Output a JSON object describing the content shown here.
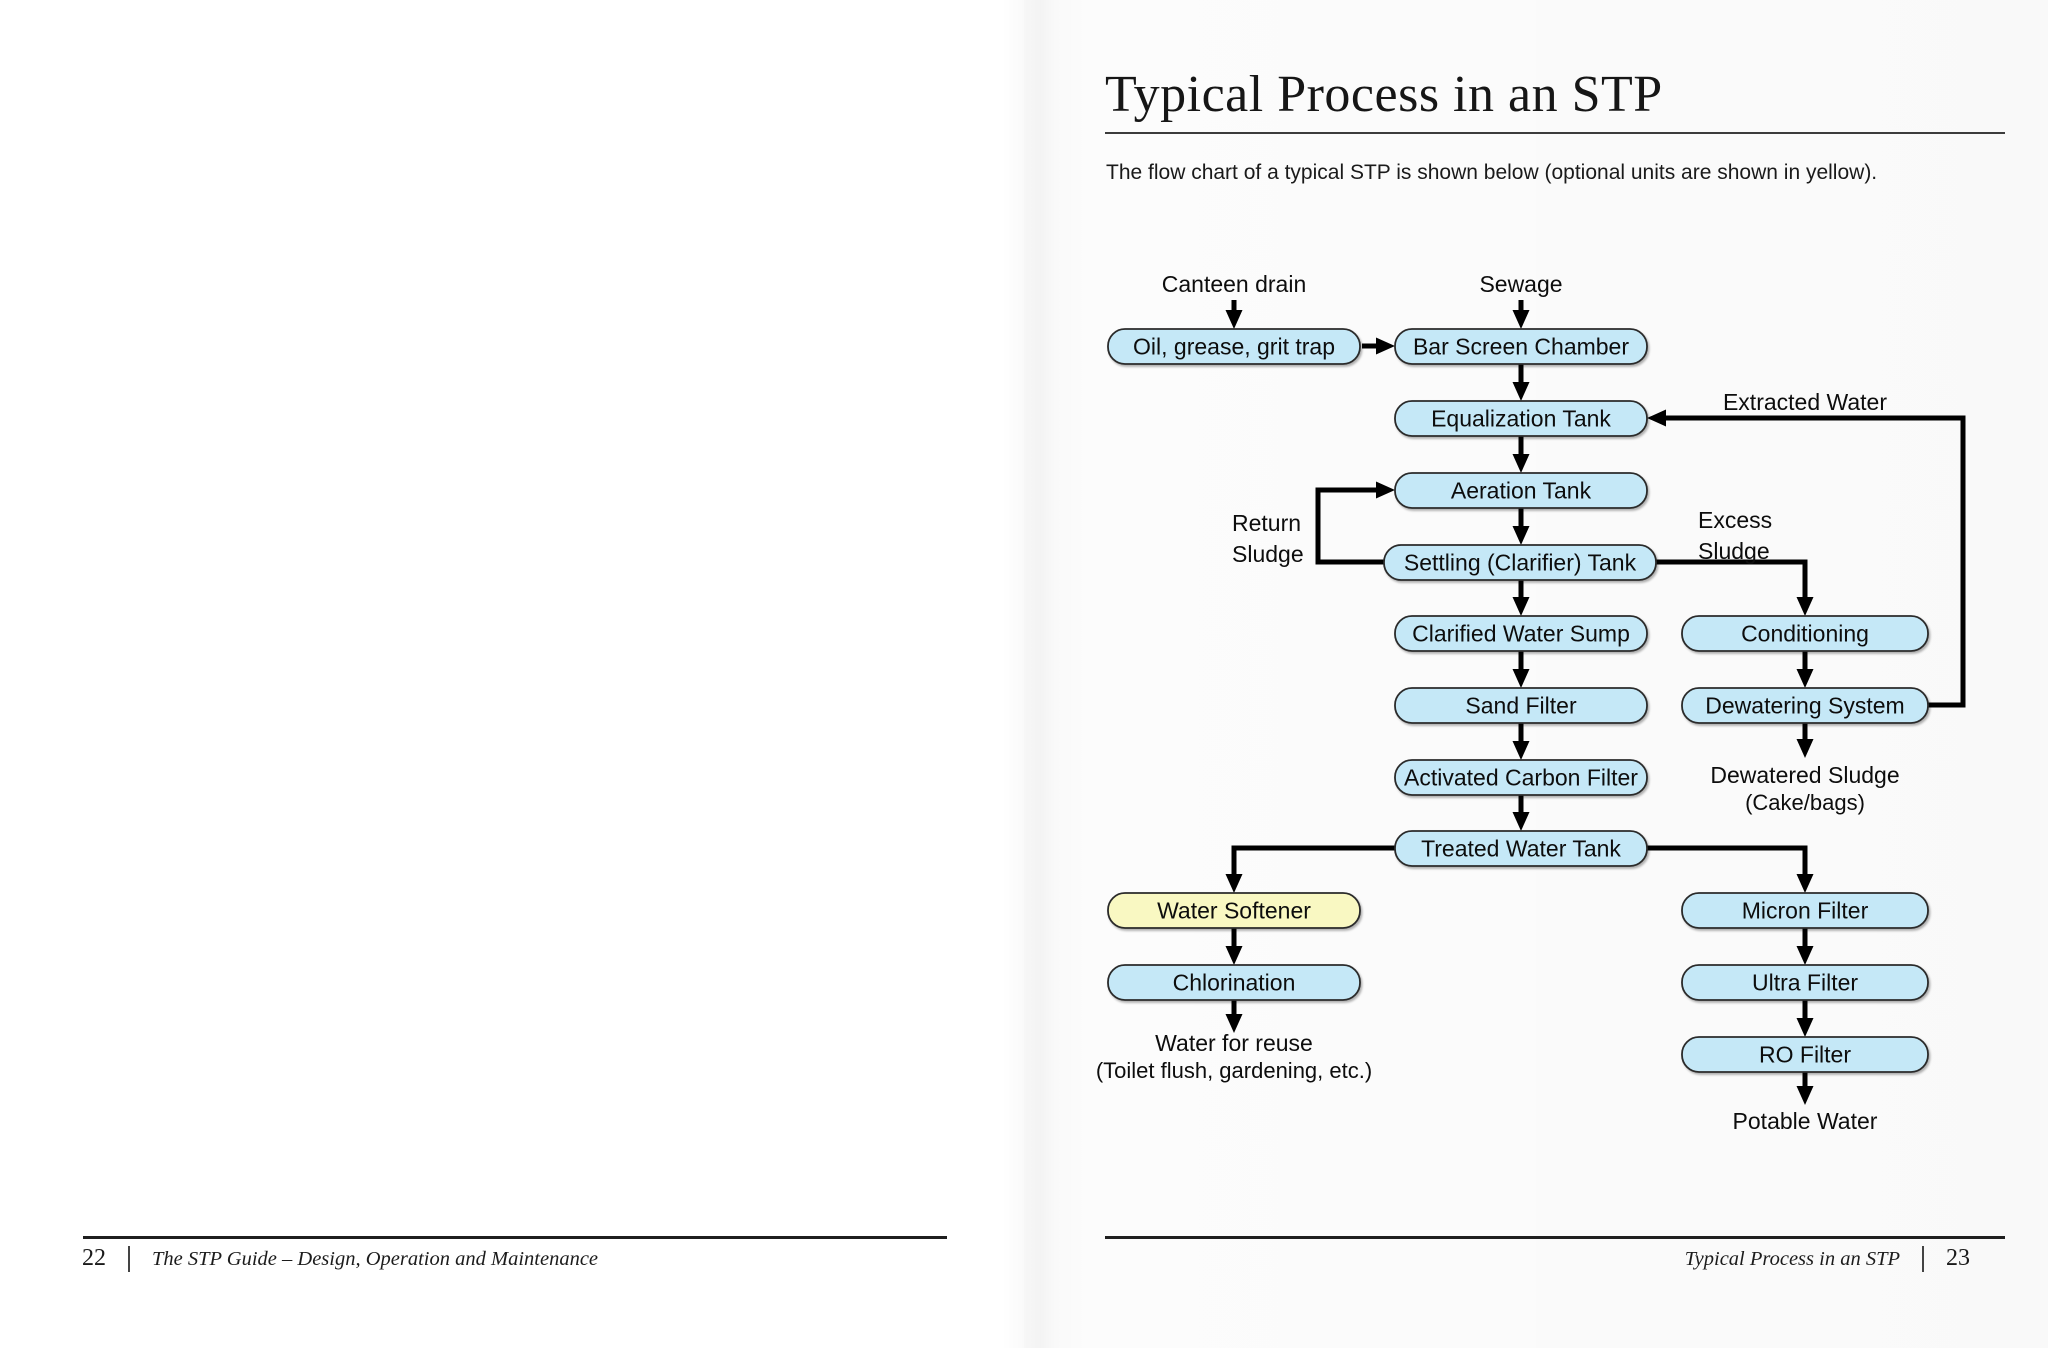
{
  "left_page": {
    "footer_page_number": "22",
    "footer_book_title": "The STP Guide – Design, Operation and Maintenance"
  },
  "right_page": {
    "title": "Typical Process in an STP",
    "intro": "The flow chart of a typical STP is shown below (optional units are shown in yellow).",
    "footer_chapter_title": "Typical Process in an STP",
    "footer_page_number": "23"
  },
  "colors": {
    "node_blue": "#c5e8f7",
    "node_yellow": "#f9f8c2",
    "node_border": "#2b2b2b",
    "arrow": "#000000",
    "text": "#0d0d0d"
  },
  "flowchart": {
    "nodes": [
      {
        "id": "oil-grease-grit-trap",
        "label": "Oil, grease, grit trap",
        "style": "blue"
      },
      {
        "id": "bar-screen-chamber",
        "label": "Bar Screen Chamber",
        "style": "blue"
      },
      {
        "id": "equalization-tank",
        "label": "Equalization Tank",
        "style": "blue"
      },
      {
        "id": "aeration-tank",
        "label": "Aeration Tank",
        "style": "blue"
      },
      {
        "id": "settling-clarifier-tank",
        "label": "Settling (Clarifier) Tank",
        "style": "blue"
      },
      {
        "id": "clarified-water-sump",
        "label": "Clarified Water Sump",
        "style": "blue"
      },
      {
        "id": "conditioning",
        "label": "Conditioning",
        "style": "blue"
      },
      {
        "id": "sand-filter",
        "label": "Sand Filter",
        "style": "blue"
      },
      {
        "id": "dewatering-system",
        "label": "Dewatering System",
        "style": "blue"
      },
      {
        "id": "activated-carbon-filter",
        "label": "Activated Carbon Filter",
        "style": "blue"
      },
      {
        "id": "treated-water-tank",
        "label": "Treated Water Tank",
        "style": "blue"
      },
      {
        "id": "water-softener",
        "label": "Water Softener",
        "style": "yellow"
      },
      {
        "id": "chlorination",
        "label": "Chlorination",
        "style": "blue"
      },
      {
        "id": "micron-filter",
        "label": "Micron Filter",
        "style": "blue"
      },
      {
        "id": "ultra-filter",
        "label": "Ultra Filter",
        "style": "blue"
      },
      {
        "id": "ro-filter",
        "label": "RO Filter",
        "style": "blue"
      }
    ],
    "annotations": [
      {
        "id": "canteen-drain",
        "lines": [
          "Canteen drain"
        ]
      },
      {
        "id": "sewage",
        "lines": [
          "Sewage"
        ]
      },
      {
        "id": "extracted-water",
        "lines": [
          "Extracted Water"
        ]
      },
      {
        "id": "return-sludge",
        "lines": [
          "Return",
          "Sludge"
        ]
      },
      {
        "id": "excess-sludge",
        "lines": [
          "Excess",
          "Sludge"
        ]
      },
      {
        "id": "dewatered-sludge",
        "lines": [
          "Dewatered Sludge",
          "(Cake/bags)"
        ]
      },
      {
        "id": "water-for-reuse",
        "lines": [
          "Water for reuse",
          "(Toilet flush, gardening, etc.)"
        ]
      },
      {
        "id": "potable-water",
        "lines": [
          "Potable Water"
        ]
      }
    ],
    "edges": [
      {
        "from": "canteen-drain",
        "to": "oil-grease-grit-trap"
      },
      {
        "from": "sewage",
        "to": "bar-screen-chamber"
      },
      {
        "from": "oil-grease-grit-trap",
        "to": "bar-screen-chamber"
      },
      {
        "from": "bar-screen-chamber",
        "to": "equalization-tank"
      },
      {
        "from": "equalization-tank",
        "to": "aeration-tank"
      },
      {
        "from": "aeration-tank",
        "to": "settling-clarifier-tank"
      },
      {
        "from": "settling-clarifier-tank",
        "to": "aeration-tank"
      },
      {
        "from": "settling-clarifier-tank",
        "to": "clarified-water-sump"
      },
      {
        "from": "settling-clarifier-tank",
        "to": "conditioning"
      },
      {
        "from": "clarified-water-sump",
        "to": "sand-filter"
      },
      {
        "from": "sand-filter",
        "to": "activated-carbon-filter"
      },
      {
        "from": "activated-carbon-filter",
        "to": "treated-water-tank"
      },
      {
        "from": "conditioning",
        "to": "dewatering-system"
      },
      {
        "from": "dewatering-system",
        "to": "dewatered-sludge"
      },
      {
        "from": "dewatering-system",
        "to": "equalization-tank"
      },
      {
        "from": "treated-water-tank",
        "to": "water-softener"
      },
      {
        "from": "treated-water-tank",
        "to": "micron-filter"
      },
      {
        "from": "water-softener",
        "to": "chlorination"
      },
      {
        "from": "chlorination",
        "to": "water-for-reuse"
      },
      {
        "from": "micron-filter",
        "to": "ultra-filter"
      },
      {
        "from": "ultra-filter",
        "to": "ro-filter"
      },
      {
        "from": "ro-filter",
        "to": "potable-water"
      }
    ]
  }
}
